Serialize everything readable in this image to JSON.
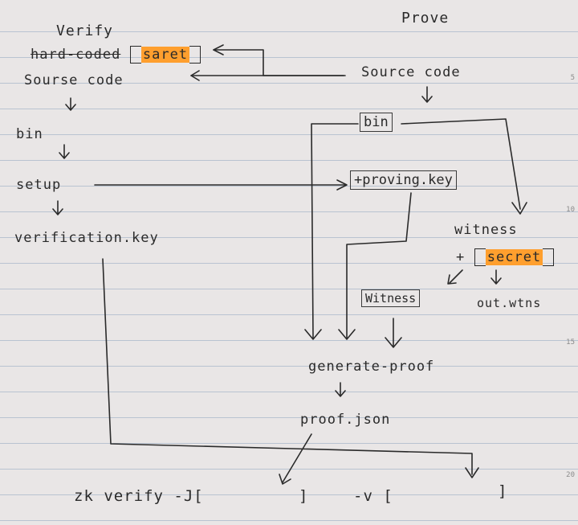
{
  "left": {
    "title": "Verify",
    "hardcoded": "hard-coded",
    "secret": "saret",
    "source_code": "Sourse code",
    "bin": "bin",
    "setup": "setup",
    "verification_key": "verification.key"
  },
  "right": {
    "title": "Prove",
    "source_code": "Source code",
    "bin": "bin",
    "proving_key": "+proving.key",
    "witness": "witness",
    "secret_plus": "+",
    "secret": "secret",
    "witness_box": "Witness",
    "out_wtns": "out.wtns",
    "generate_proof": "generate-proof",
    "proof_json": "proof.json"
  },
  "bottom": {
    "command": "zk verify -J[",
    "close1": "]",
    "v": "-v [",
    "close2": "]"
  },
  "margin_numbers": [
    "5",
    "10",
    "15",
    "20"
  ],
  "colors": {
    "highlight": "#ff9f2e",
    "ink": "#2a2a2a",
    "ruling": "#b9c3d1"
  }
}
